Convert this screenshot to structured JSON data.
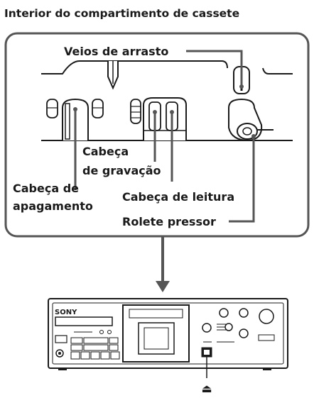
{
  "title": "Interior do compartimento de cassete",
  "labels": {
    "capstans": "Veios de arrasto",
    "record_head_line1": "Cabeça",
    "record_head_line2": "de gravação",
    "erase_head_line1": "Cabeça de",
    "erase_head_line2": "apagamento",
    "playback_head": "Cabeça de leitura",
    "pinch_roller": "Rolete pressor"
  },
  "deck": {
    "brand": "SONY",
    "eject_symbol": "⏏"
  },
  "colors": {
    "panel_border": "#555555",
    "leader_lines": "#555555",
    "arrow": "#555555",
    "line_art": "#1a1a1a"
  }
}
